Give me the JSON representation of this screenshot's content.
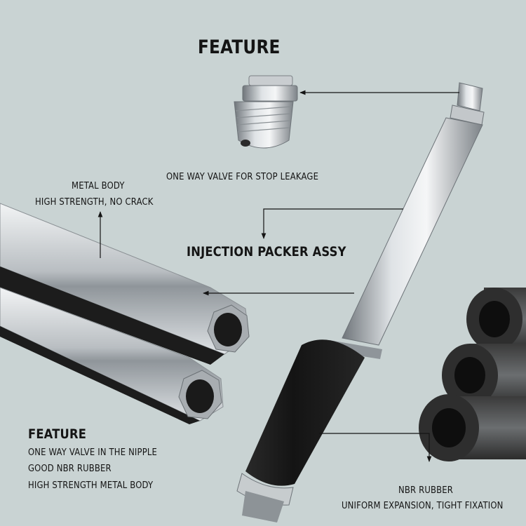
{
  "title": "FEATURE",
  "labels": {
    "valve": "ONE WAY VALVE FOR STOP LEAKAGE",
    "metal_line1": "METAL BODY",
    "metal_line2": "HIGH STRENGTH, NO CRACK",
    "packer": "INJECTION PACKER ASSY",
    "nbr_line1": "NBR RUBBER",
    "nbr_line2": "UNIFORM EXPANSION, TIGHT FIXATION"
  },
  "features": {
    "heading": "FEATURE",
    "items": [
      "ONE WAY VALVE IN THE NIPPLE",
      "GOOD NBR RUBBER",
      "HIGH STRENGTH METAL BODY"
    ]
  },
  "colors": {
    "background": "#c9d3d3",
    "text": "#141414",
    "rubber": "#1a1a1a",
    "metal": "#b8bcbf"
  }
}
